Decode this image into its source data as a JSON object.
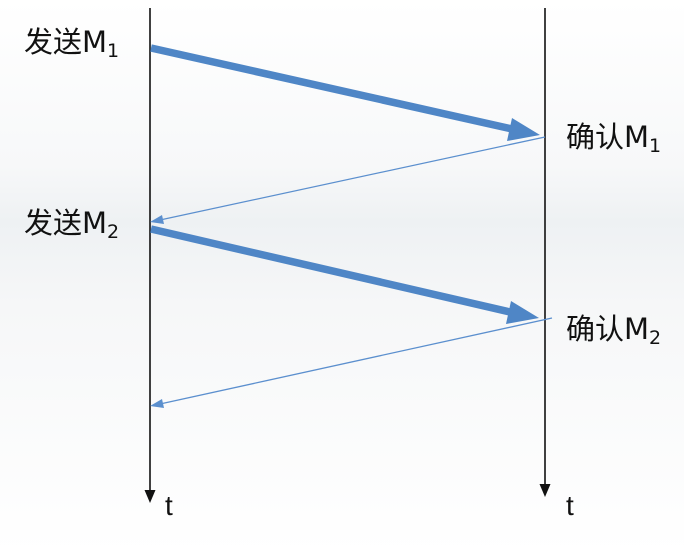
{
  "labels": {
    "send_1": {
      "prefix": "发送M",
      "sub": "1"
    },
    "ack_1": {
      "prefix": "确认M",
      "sub": "1"
    },
    "send_2": {
      "prefix": "发送M",
      "sub": "2"
    },
    "ack_2": {
      "prefix": "确认M",
      "sub": "2"
    },
    "time_left": "t",
    "time_right": "t"
  },
  "colors": {
    "axis": "#111111",
    "data_arrow": "#4f86c6",
    "ack_arrow": "#5b8fce"
  }
}
